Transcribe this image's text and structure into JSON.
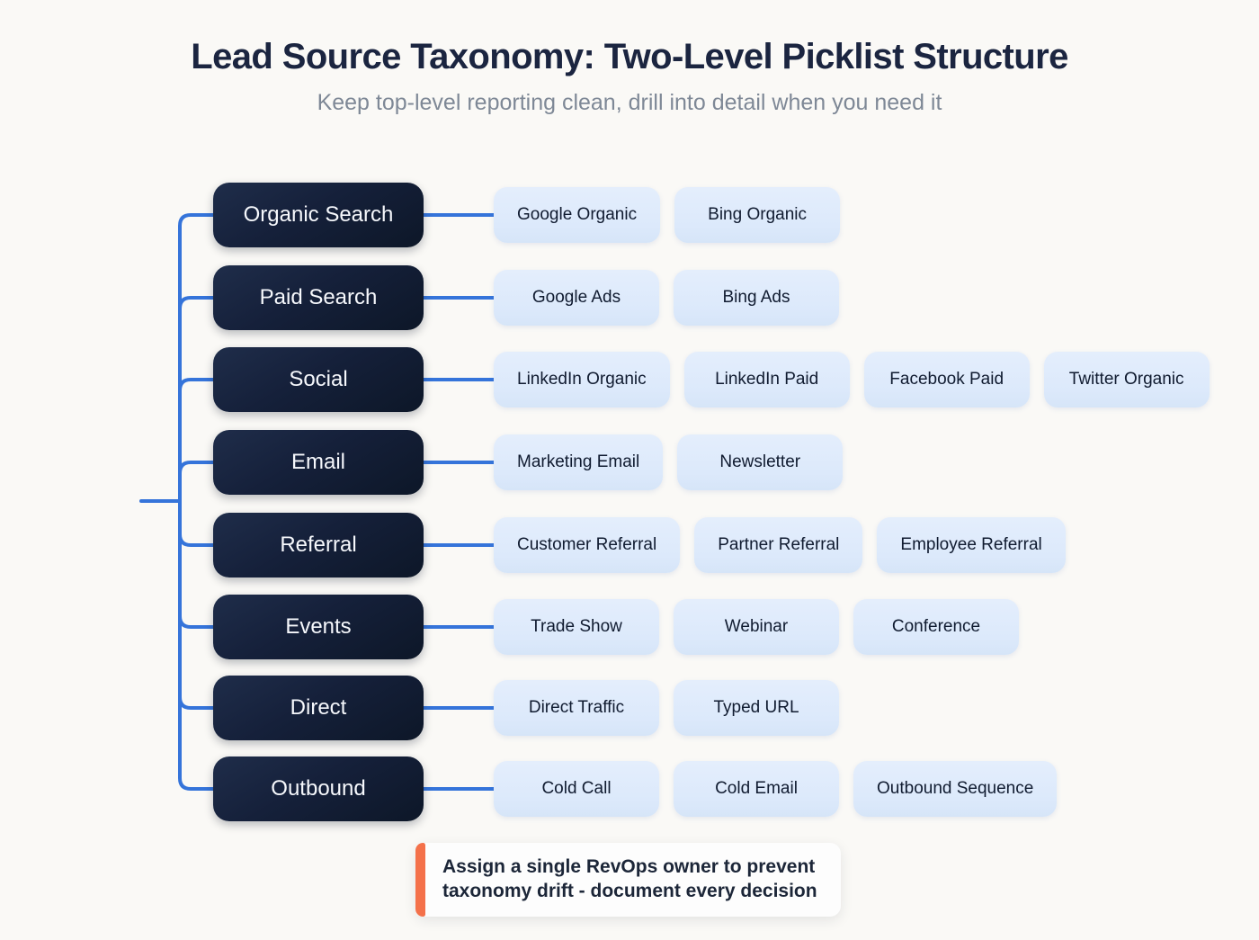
{
  "title": "Lead Source Taxonomy: Two-Level Picklist Structure",
  "subtitle": "Keep top-level reporting clean, drill into detail when you need it",
  "taxonomy": [
    {
      "parent": "Organic Search",
      "children": [
        "Google Organic",
        "Bing Organic"
      ]
    },
    {
      "parent": "Paid Search",
      "children": [
        "Google Ads",
        "Bing Ads"
      ]
    },
    {
      "parent": "Social",
      "children": [
        "LinkedIn Organic",
        "LinkedIn Paid",
        "Facebook Paid",
        "Twitter Organic"
      ]
    },
    {
      "parent": "Email",
      "children": [
        "Marketing Email",
        "Newsletter"
      ]
    },
    {
      "parent": "Referral",
      "children": [
        "Customer Referral",
        "Partner Referral",
        "Employee Referral"
      ]
    },
    {
      "parent": "Events",
      "children": [
        "Trade Show",
        "Webinar",
        "Conference"
      ]
    },
    {
      "parent": "Direct",
      "children": [
        "Direct Traffic",
        "Typed URL"
      ]
    },
    {
      "parent": "Outbound",
      "children": [
        "Cold Call",
        "Cold Email",
        "Outbound Sequence"
      ]
    }
  ],
  "note": {
    "text": "Assign a single RevOps owner to prevent\ntaxonomy drift - document every decision"
  },
  "colors": {
    "background": "#faf9f6",
    "title": "#1b2540",
    "subtitle": "#7e8896",
    "parent_node": "#15203a",
    "parent_text": "#f6f8fc",
    "child_node": "#dce9fb",
    "child_text": "#101b30",
    "connector_blue": "#3574da",
    "accent_orange": "#f4714a",
    "note_card": "#fdfdfd"
  }
}
